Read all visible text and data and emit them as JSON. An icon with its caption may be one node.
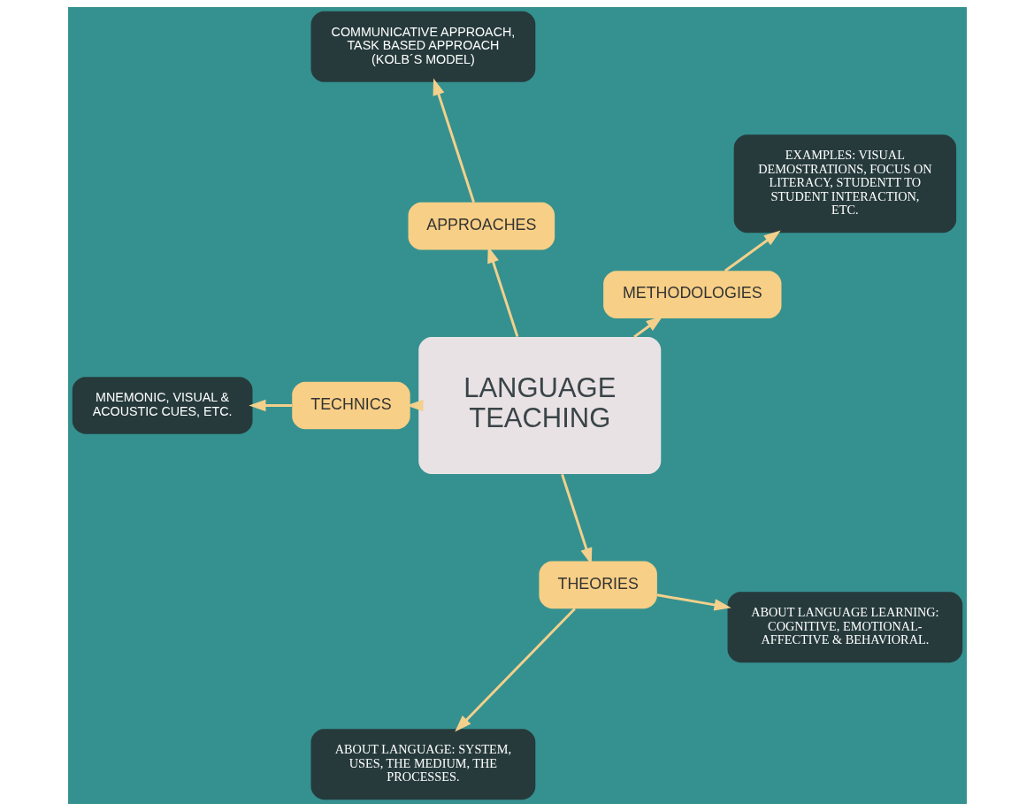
{
  "diagram": {
    "nodes": [
      {
        "text": [
          "LANGUAGE TEACHING"
        ]
      },
      {
        "text": [
          "METHODOLOGIES"
        ]
      },
      {
        "text": [
          "APPROACHES"
        ]
      },
      {
        "text": [
          "TECHNICS"
        ]
      },
      {
        "text": [
          "THEORIES"
        ]
      },
      {
        "text": [
          "EXAMPLES: VISUAL DEMOSTRATIONS, FOCUS ON LITERACY, STUDENTT TO STUDENT INTERACTION, ETC."
        ]
      },
      {
        "text": [
          "COMMUNICATIVE APPROACH, TASK BASED APPROACH (KOLB´S MODEL)"
        ]
      },
      {
        "text": [
          "MNEMONIC, VISUAL & ACOUSTIC CUES, ETC."
        ]
      },
      {
        "text": [
          "ABOUT LANGUAGE: SYSTEM, USES, THE MEDIUM, THE PROCESSES."
        ]
      },
      {
        "text": [
          "ABOUT LANGUAGE LEARNING: COGNITIVE, EMOTIONAL-AFFECTIVE & BEHAVIORAL."
        ]
      }
    ],
    "edges": [
      {
        "from": 0,
        "to": 1,
        "arrow": "to"
      },
      {
        "from": 0,
        "to": 2,
        "arrow": "to"
      },
      {
        "from": 0,
        "to": 3,
        "arrow": "to"
      },
      {
        "from": 0,
        "to": 4,
        "arrow": "to"
      },
      {
        "from": 1,
        "to": 5,
        "arrow": "to"
      },
      {
        "from": 2,
        "to": 6,
        "arrow": "to"
      },
      {
        "from": 3,
        "to": 7,
        "arrow": "to"
      },
      {
        "from": 4,
        "to": 8,
        "arrow": "to"
      },
      {
        "from": 4,
        "to": 9,
        "arrow": "to"
      }
    ]
  }
}
